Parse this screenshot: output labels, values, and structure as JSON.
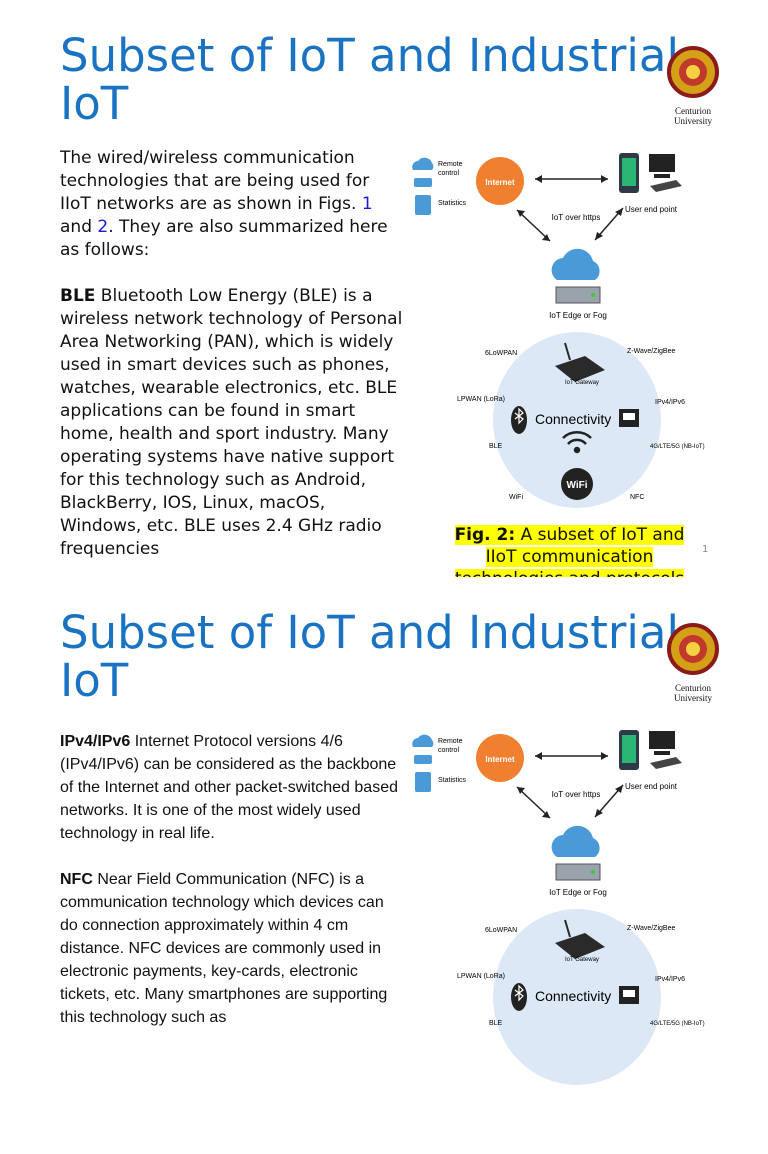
{
  "slide1": {
    "title": "Subset of IoT and Industrial IoT",
    "para1": {
      "text_a": "The wired/wireless communication technologies that are being used for IIoT networks are as shown in Figs. ",
      "link1": "1",
      "text_b": " and ",
      "link2": "2",
      "text_c": ". They are also summarized here as follows:"
    },
    "para2": {
      "term": "BLE",
      "text": " Bluetooth Low Energy (BLE) is a wireless network technology of Personal Area Networking (PAN), which is widely used in smart devices such as phones, watches, wearable electronics, etc. BLE applications can be found in smart home, health and sport industry. Many operating systems have native support for this technology such as Android, BlackBerry, IOS, Linux, macOS, Windows, etc. BLE uses 2.4 GHz radio frequencies"
    },
    "caption": {
      "label": "Fig. 2:",
      "text": " A subset of IoT and IIoT communication technologies and protocols"
    },
    "page_number": "1"
  },
  "slide2": {
    "title": "Subset of IoT and Industrial IoT",
    "para1": {
      "term": "IPv4/IPv6",
      "text": " Internet Protocol versions 4/6 (IPv4/IPv6) can be considered as the backbone of the Internet and other packet-switched based networks. It is one of the most widely used technology in real life."
    },
    "para2": {
      "term": "NFC",
      "text": " Near Field Communication (NFC) is a communication technology which devices can do connection approximately within 4 cm distance. NFC devices are commonly used in electronic payments, key-cards, electronic tickets, etc. Many smartphones are supporting this technology such as"
    }
  },
  "logo": {
    "line1": "Centurion",
    "line2": "University"
  },
  "figure": {
    "remote_control": "Remote control",
    "statistics": "Statistics",
    "internet": "Internet",
    "iot_over_https": "IoT over https",
    "user_end_point": "User end point",
    "iot_edge_or_fog": "IoT Edge or Fog",
    "sixlowpan": "6LoWPAN",
    "zwave_zigbee": "Z-Wave/ZigBee",
    "iot_gateway": "IoT Gateway",
    "lpwan": "LPWAN (LoRa)",
    "ipv4_ipv6": "IPv4/IPv6",
    "connectivity": "Connectivity",
    "ble": "BLE",
    "cellular": "4G/LTE/5G (NB-IoT)",
    "wifi": "WiFi",
    "nfc": "NFC",
    "wifi_logo": "WiFi"
  },
  "colors": {
    "title_blue": "#1a73c2",
    "internet_orange": "#f08030",
    "cloud_blue": "#4a9ad8",
    "circle_blue": "#dce8f6",
    "highlight_yellow": "#ffff00"
  }
}
